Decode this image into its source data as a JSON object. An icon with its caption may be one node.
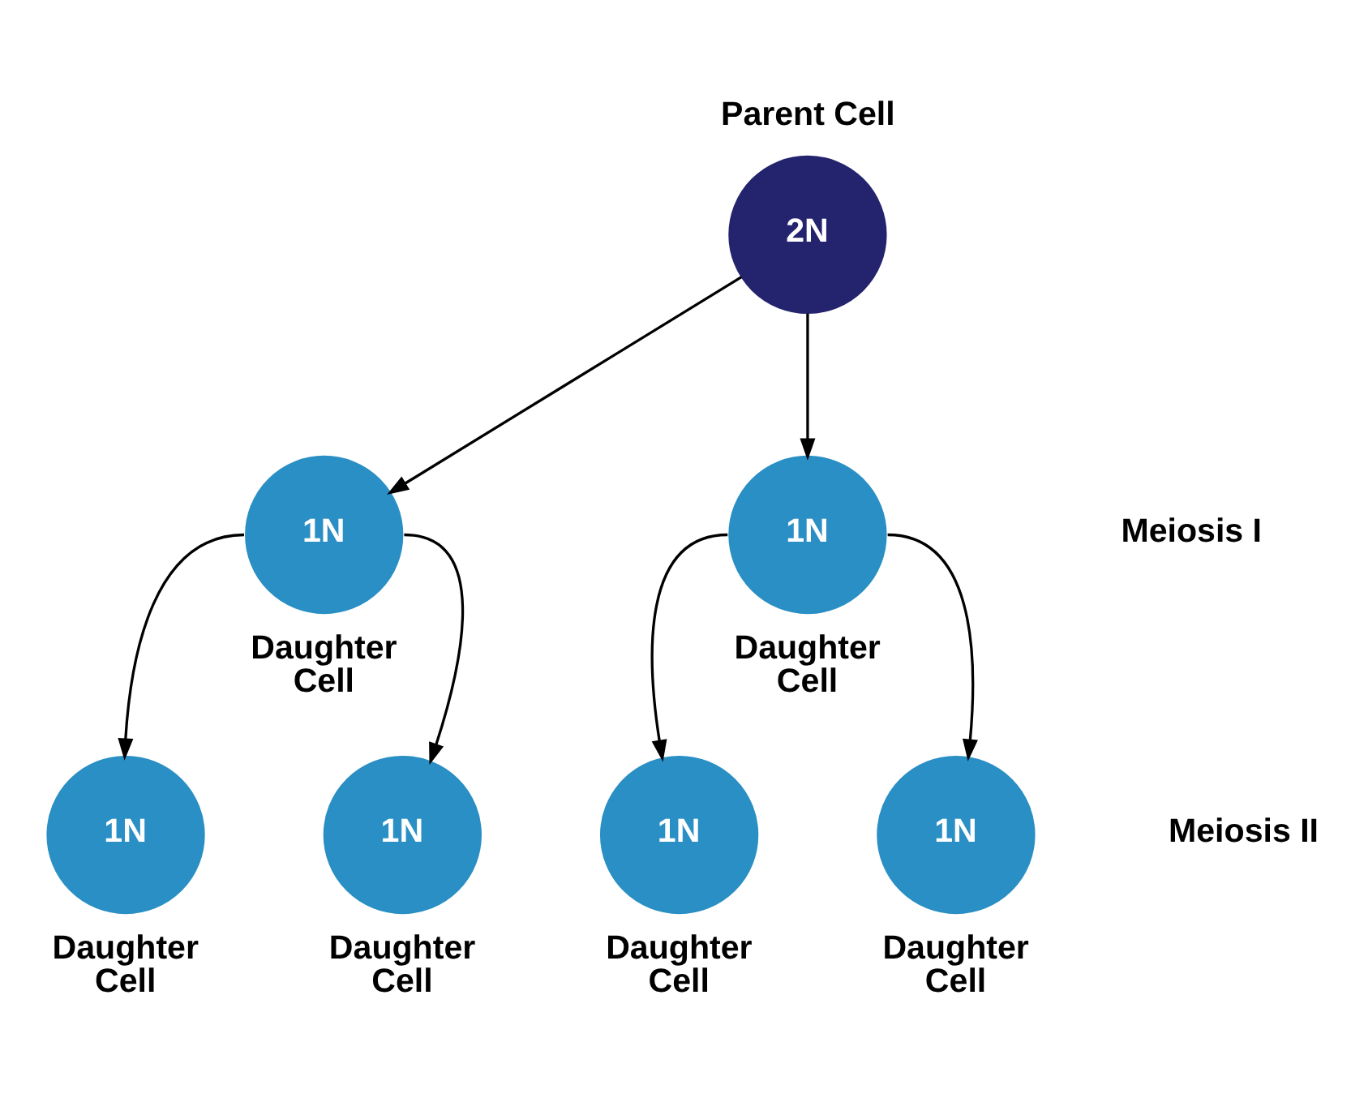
{
  "diagram": {
    "nodes": [
      {
        "text": [
          "2N"
        ],
        "beside": [
          "Parent Cell"
        ]
      },
      {
        "text": [
          "1N"
        ],
        "beside": [
          "Daughter Cell"
        ]
      },
      {
        "text": [
          "1N"
        ],
        "beside": [
          "Daughter Cell"
        ]
      },
      {
        "text": [
          "1N"
        ],
        "beside": [
          "Daughter Cell"
        ]
      },
      {
        "text": [
          "1N"
        ],
        "beside": [
          "Daughter Cell"
        ]
      },
      {
        "text": [
          "1N"
        ],
        "beside": [
          "Daughter Cell"
        ]
      },
      {
        "text": [
          "1N"
        ],
        "beside": [
          "Daughter Cell"
        ]
      }
    ],
    "edges": [
      {
        "from": 0,
        "to": 1,
        "arrow": "to"
      },
      {
        "from": 0,
        "to": 2,
        "arrow": "to"
      },
      {
        "from": 1,
        "to": 3,
        "arrow": "to"
      },
      {
        "from": 1,
        "to": 4,
        "arrow": "to"
      },
      {
        "from": 2,
        "to": 5,
        "arrow": "to"
      },
      {
        "from": 2,
        "to": 6,
        "arrow": "to"
      }
    ],
    "labels": [
      "Meiosis I",
      "Meiosis II"
    ]
  }
}
